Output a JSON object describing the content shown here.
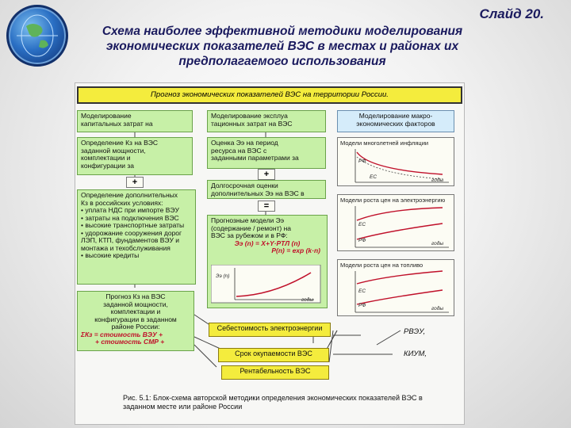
{
  "slide_number": "Слайд 20.",
  "title_lines": [
    "Схема наиболее эффективной методики моделирования",
    "экономических показателей ВЭС в местах и районах их",
    "предполагаемого использования"
  ],
  "scheme": {
    "header": "Прогноз экономических показателей ВЭС на территории России.",
    "box_capital": [
      "Моделирование",
      "капитальных затрат на"
    ],
    "box_operating": [
      "Моделирование эксплуа",
      "тационных затрат на ВЭС"
    ],
    "box_macro": [
      "Моделирование макро-",
      "экономических факторов"
    ],
    "box_kz_define": [
      "Определение Кз на ВЭС",
      "заданной мощности,",
      "комплектации и",
      "конфигурации за"
    ],
    "box_ez_estimate": [
      "Оценка Ээ на период",
      "ресурса на ВЭС с",
      "заданными параметрами за"
    ],
    "box_long_term": [
      "Долгосрочная оценки",
      "дополнительных Ээ на ВЭС в"
    ],
    "box_prognostic": [
      "Прогнозные модели Ээ",
      "(содержание / ремонт) на",
      "ВЭС за рубежом и в РФ:"
    ],
    "formula_1": "Ээ (n) = X+Y·PТЛ (n)",
    "formula_2": "P(n) = exp (k·n)",
    "box_additional": [
      "Определение дополнительных",
      "Кз в российских условиях:",
      "• уплата НДС при импорте ВЭУ",
      "• затраты на подключения ВЭС",
      "• высокие транспортные затраты",
      "• удорожание сооружения дорог",
      "ЛЭП, КТП, фундаментов ВЭУ и",
      "монтажа и техобслуживания",
      "• высокие кредиты"
    ],
    "box_kz_forecast": [
      "Прогноз Кз на ВЭС",
      "заданной мощности,",
      "комплектации и",
      "конфигурации в заданном",
      "районе России:"
    ],
    "formula_sum_1": "ΣКз = стоимость ВЭУ +",
    "formula_sum_2": "+ стоимость СМР +",
    "box_cost": "Себестоимость электроэнергии",
    "box_payback": "Срок окупаемости ВЭС",
    "box_profit": "Рентабельность ВЭС",
    "chart_inflation_title": "Модели многолетней инфляции",
    "chart_energy_title": "Модели роста цен на электроэнергию",
    "chart_fuel_title": "Модели роста цен на топливо",
    "axis_years": "годы",
    "label_rf": "РФ",
    "label_ec": "ЕС",
    "label_ez": "Ээ (n)",
    "label_p_ves": "PВЭУ,",
    "label_k_ium": "КИУМ,",
    "caption": "Рис. 5.1: Блок-схема авторской методики определения экономических показателей ВЭС в заданном месте или районе России",
    "op_plus": "+",
    "op_eq": "="
  }
}
